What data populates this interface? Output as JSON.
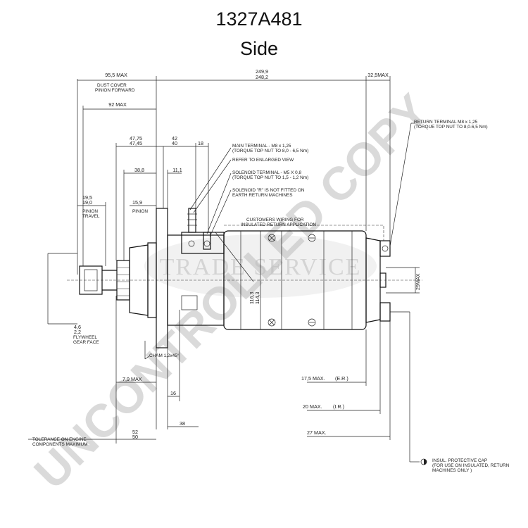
{
  "title": "1327A481",
  "subtitle": "Side",
  "watermark": {
    "diagonal": "UNCONTROLLED COPY",
    "center": "TRADE SERVICE"
  },
  "dimensions": {
    "d95_5": "95,5 MAX",
    "d249_9": "249,9",
    "d248_2": "248,2",
    "d32_5": "32,5MAX",
    "d92": "92 MAX",
    "d47_75": "47,75",
    "d47_45": "47,45",
    "d42": "42",
    "d40": "40",
    "d18": "18",
    "d38_8": "38,8",
    "d11_1": "11,1",
    "d19_5": "19,5",
    "d19_0": "19,0",
    "d15_9": "15,9",
    "d4_6": "4,6",
    "d2_2": "2,2",
    "d7_9": "7,9 MAX",
    "d16": "16",
    "d38": "38",
    "d52": "52",
    "d50": "50",
    "d116_3": "116,3",
    "d114_3": "114,3",
    "d29": "29MAX",
    "d17_5": "17,5 MAX.",
    "d20": "20 MAX.",
    "d27": "27 MAX.",
    "er": "(E.R.)",
    "ir": "(I.R.)"
  },
  "labels": {
    "dust1": "DUST COVER",
    "dust2": "PINION FORWARD",
    "main1": "MAIN TERMINAL - M8 x 1,25",
    "main2": "(TORQUE TOP NUT TO 8,0 - 6,5 Nm)",
    "refer": "REFER TO ENLARGED VIEW",
    "sol1": "SOLENOID TERMINAL - M5 X 0,8",
    "sol2": "(TORQUE TOP NUT TO 1,5 -  1,2 Nm)",
    "solr1": "SOLENOID \"R\" IS NOT FITTED ON",
    "solr2": "EARTH RETURN MACHINES",
    "ret1": "RETURN TERMINAL M8 x 1,25",
    "ret2": "(TORQUE TOP NUT TO 8,0-6,5 Nm)",
    "cust1": "CUSTOMERS WIRING FOR",
    "cust2": "INSULATED RETURN APPLICATION",
    "pin1": "PINION",
    "pin2": "TRAVEL",
    "pinion": "PINION",
    "fly1": "FLYWHEEL",
    "fly2": "GEAR FACE",
    "cham": "CHAM 1,2x45°",
    "tol1": "TOLERANCE ON ENGINE",
    "tol2": "COMPONENTS MAXIMUM",
    "ins1": "INSUL. PROTECTIVE CAP",
    "ins2": "(FOR USE ON INSULATED, RETURN",
    "ins3": "MACHINES ONLY )"
  }
}
